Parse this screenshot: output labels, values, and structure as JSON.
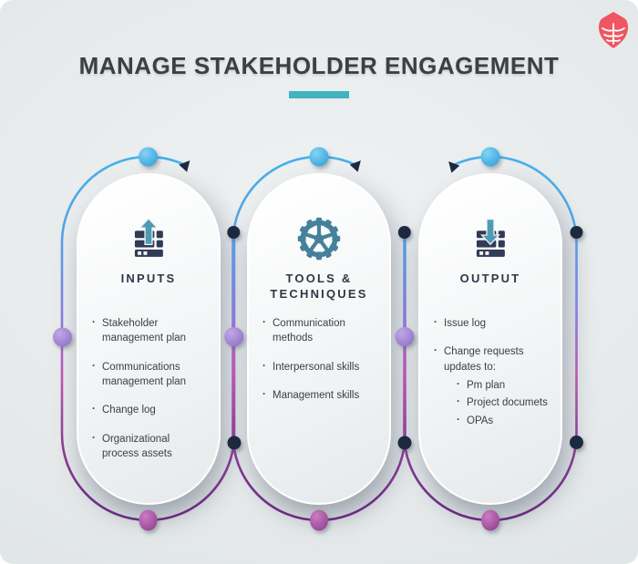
{
  "header": {
    "title": "MANAGE STAKEHOLDER ENGAGEMENT",
    "logo": "red-badge-leaf-logo"
  },
  "cards": [
    {
      "id": "inputs",
      "icon": "stack-arrow-up-icon",
      "heading": "INPUTS",
      "items": [
        {
          "text": "Stakeholder management plan"
        },
        {
          "text": "Communications management plan"
        },
        {
          "text": "Change log"
        },
        {
          "text": "Organizational process assets"
        }
      ]
    },
    {
      "id": "tools-techniques",
      "icon": "gear-icon",
      "heading": "TOOLS & TECHNIQUES",
      "items": [
        {
          "text": "Communication methods"
        },
        {
          "text": "Interpersonal skills"
        },
        {
          "text": "Management skills"
        }
      ]
    },
    {
      "id": "output",
      "icon": "stack-arrow-down-icon",
      "heading": "OUTPUT",
      "items": [
        {
          "text": "Issue log"
        },
        {
          "text": "Change requests updates to:",
          "subitems": [
            "Pm plan",
            "Project documets",
            "OPAs"
          ]
        }
      ]
    }
  ],
  "palette": {
    "accent_teal": "#41b3bd",
    "arc_cyan": "#45b1e8",
    "arc_purple": "#662b7d",
    "dot_navy": "#1e2940",
    "dot_violet": "#a98fd8",
    "dot_magenta": "#a94da1",
    "logo_red": "#ef5661",
    "icon_dark": "#333a56",
    "icon_teal": "#4e9cb4",
    "gear_teal": "#46819c",
    "background": "#e4e9ea",
    "title_color": "#3b4045"
  }
}
